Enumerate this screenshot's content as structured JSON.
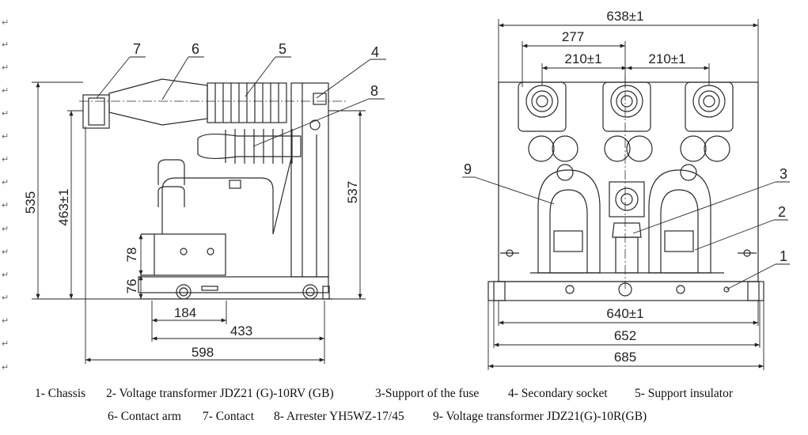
{
  "left_view": {
    "dims": {
      "d535": "535",
      "d463": "463±1",
      "d537": "537",
      "d78": "78",
      "d76": "76",
      "d184": "184",
      "d433": "433",
      "d598": "598"
    },
    "callouts": [
      "7",
      "6",
      "5",
      "4",
      "8"
    ]
  },
  "right_view": {
    "dims": {
      "d638": "638±1",
      "d277": "277",
      "d210a": "210±1",
      "d210b": "210±1",
      "d640": "640±1",
      "d652": "652",
      "d685": "685"
    },
    "callouts": [
      "9",
      "3",
      "2",
      "1"
    ]
  },
  "legend": {
    "row1": [
      "1- Chassis",
      "2- Voltage transformer JDZ21 (G)-10RV (GB)",
      "3-Support of the fuse",
      "4- Secondary socket",
      "5- Support insulator"
    ],
    "row2": [
      "6- Contact arm",
      "7- Contact",
      "8- Arrester YH5WZ-17/45",
      "9- Voltage transformer JDZ21(G)-10R(GB)"
    ]
  },
  "colors": {
    "line": "#2a2a2a",
    "background": "#ffffff"
  }
}
